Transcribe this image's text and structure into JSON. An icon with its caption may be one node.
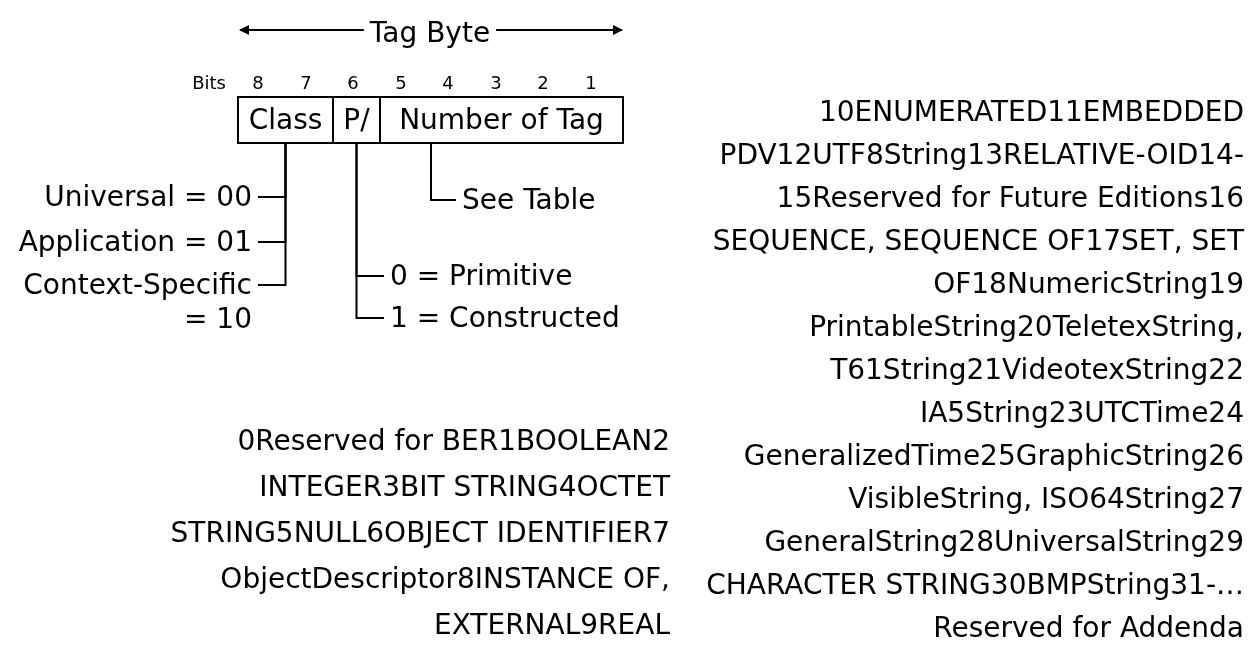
{
  "diagram": {
    "nodes": [
      {
        "text": [
          "Class"
        ]
      },
      {
        "text": [
          "P/"
        ]
      },
      {
        "text": [
          "Number of Tag"
        ]
      },
      {
        "text": [
          "Universal = 00"
        ]
      },
      {
        "text": [
          "Application = 01"
        ]
      },
      {
        "text": [
          "Context-Specific = 10"
        ]
      },
      {
        "text": [
          "See Table"
        ]
      },
      {
        "text": [
          "0 = Primitive"
        ]
      },
      {
        "text": [
          "1 = Constructed"
        ]
      }
    ],
    "edges": [
      {
        "from": 0,
        "to": 3,
        "arrow": "none"
      },
      {
        "from": 0,
        "to": 4,
        "arrow": "none"
      },
      {
        "from": 0,
        "to": 5,
        "arrow": "none"
      },
      {
        "from": 1,
        "to": 7,
        "arrow": "none"
      },
      {
        "from": 1,
        "to": 8,
        "arrow": "none"
      },
      {
        "from": 2,
        "to": 6,
        "arrow": "none"
      }
    ],
    "labels": [
      "Tag Byte",
      "Bits",
      "8",
      "7",
      "6",
      "5",
      "4",
      "3",
      "2",
      "1",
      "10ENUMERATED11EMBEDDED PDV12UTF8String13RELATIVE-OID14-15Reserved for Future Editions16 SEQUENCE, SEQUENCE OF17SET, SET OF18NumericString19 PrintableString20TeletexString, T61String21VideotexString22 IA5String23UTCTime24 GeneralizedTime25GraphicString26 VisibleString, ISO64String27 GeneralString28UniversalString29 CHARACTER STRING30BMPString31-… Reserved for Addenda",
      "0Reserved for BER1BOOLEAN2 INTEGER3BIT STRING4OCTET STRING5NULL6OBJECT IDENTIFIER7 ObjectDescriptor8INSTANCE OF, EXTERNAL9REAL"
    ]
  }
}
